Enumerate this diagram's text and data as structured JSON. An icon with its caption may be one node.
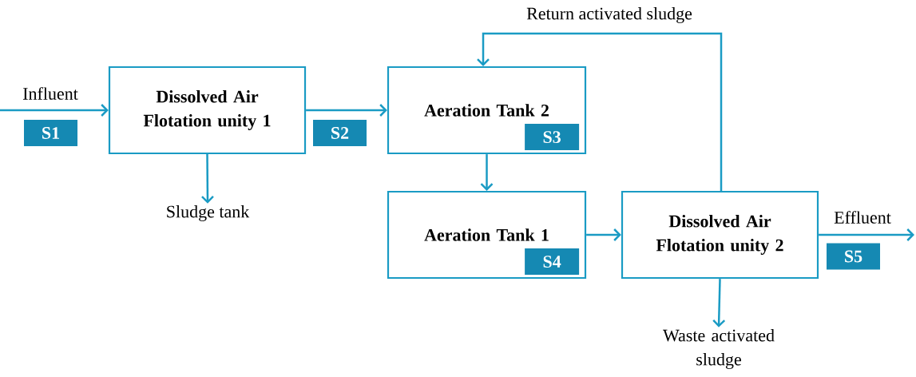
{
  "diagram": {
    "nodes": [
      {
        "text": [
          "Dissolved Air Flotation unity 1"
        ]
      },
      {
        "text": [
          "S1"
        ]
      },
      {
        "text": [
          "S2"
        ]
      },
      {
        "text": [
          "Aeration Tank 2"
        ]
      },
      {
        "text": [
          "S3"
        ],
        "in": 3
      },
      {
        "text": [
          "Aeration Tank 1"
        ]
      },
      {
        "text": [
          "S4"
        ],
        "in": 5
      },
      {
        "text": [
          "Dissolved Air Flotation unity 2"
        ]
      },
      {
        "text": [
          "S5"
        ]
      },
      {
        "text": [
          "Sludge tank"
        ]
      },
      {
        "text": [
          "Waste activated sludge"
        ]
      }
    ],
    "edges": [
      {
        "from": null,
        "to": 0,
        "arrow": "to",
        "label": "Influent"
      },
      {
        "from": 0,
        "to": 3,
        "arrow": "to"
      },
      {
        "from": 0,
        "to": 9,
        "arrow": "to"
      },
      {
        "from": 3,
        "to": 5,
        "arrow": "to"
      },
      {
        "from": 5,
        "to": 7,
        "arrow": "to"
      },
      {
        "from": 7,
        "to": 3,
        "arrow": "to",
        "label": "Return activated sludge"
      },
      {
        "from": 7,
        "to": 10,
        "arrow": "to"
      },
      {
        "from": 7,
        "to": null,
        "arrow": "to",
        "label": "Effluent"
      }
    ]
  }
}
